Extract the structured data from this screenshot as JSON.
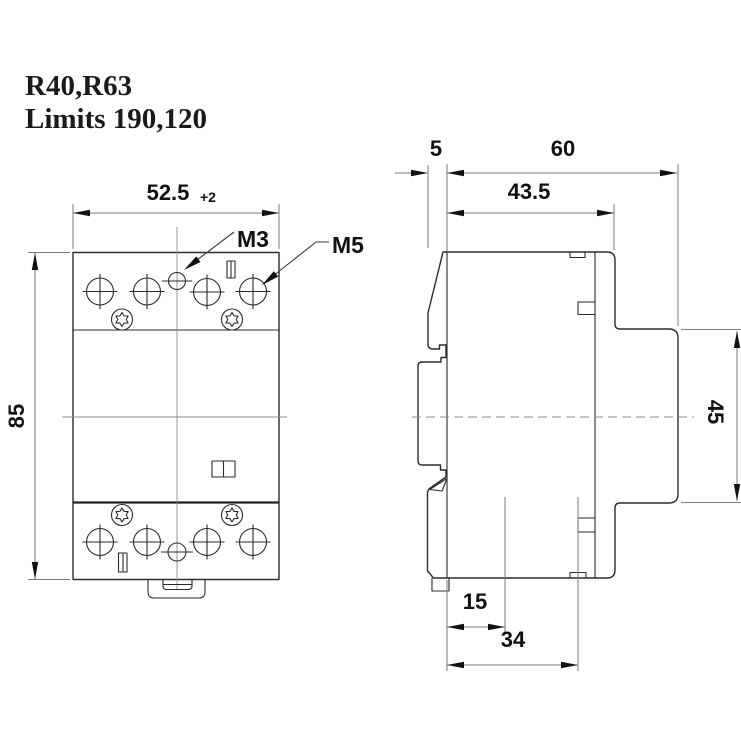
{
  "title": {
    "line1": "R40,R63",
    "line2": "Limits 190,120"
  },
  "front_view": {
    "dim_width": {
      "value": "52.5",
      "tolerance": "+2"
    },
    "dim_height": {
      "value": "85"
    },
    "label_coil_terminal": "M3",
    "label_power_terminal": "M5"
  },
  "side_view": {
    "dim_rail_offset": "5",
    "dim_total_depth": "60",
    "dim_body_depth": "43.5",
    "dim_rail_height": "45",
    "dim_bottom_inner": "15",
    "dim_bottom_outer": "34"
  },
  "colors": {
    "outline": "#2b2b2b",
    "thin_line": "#8c8c8c",
    "text": "#111111",
    "background": "#ffffff"
  }
}
